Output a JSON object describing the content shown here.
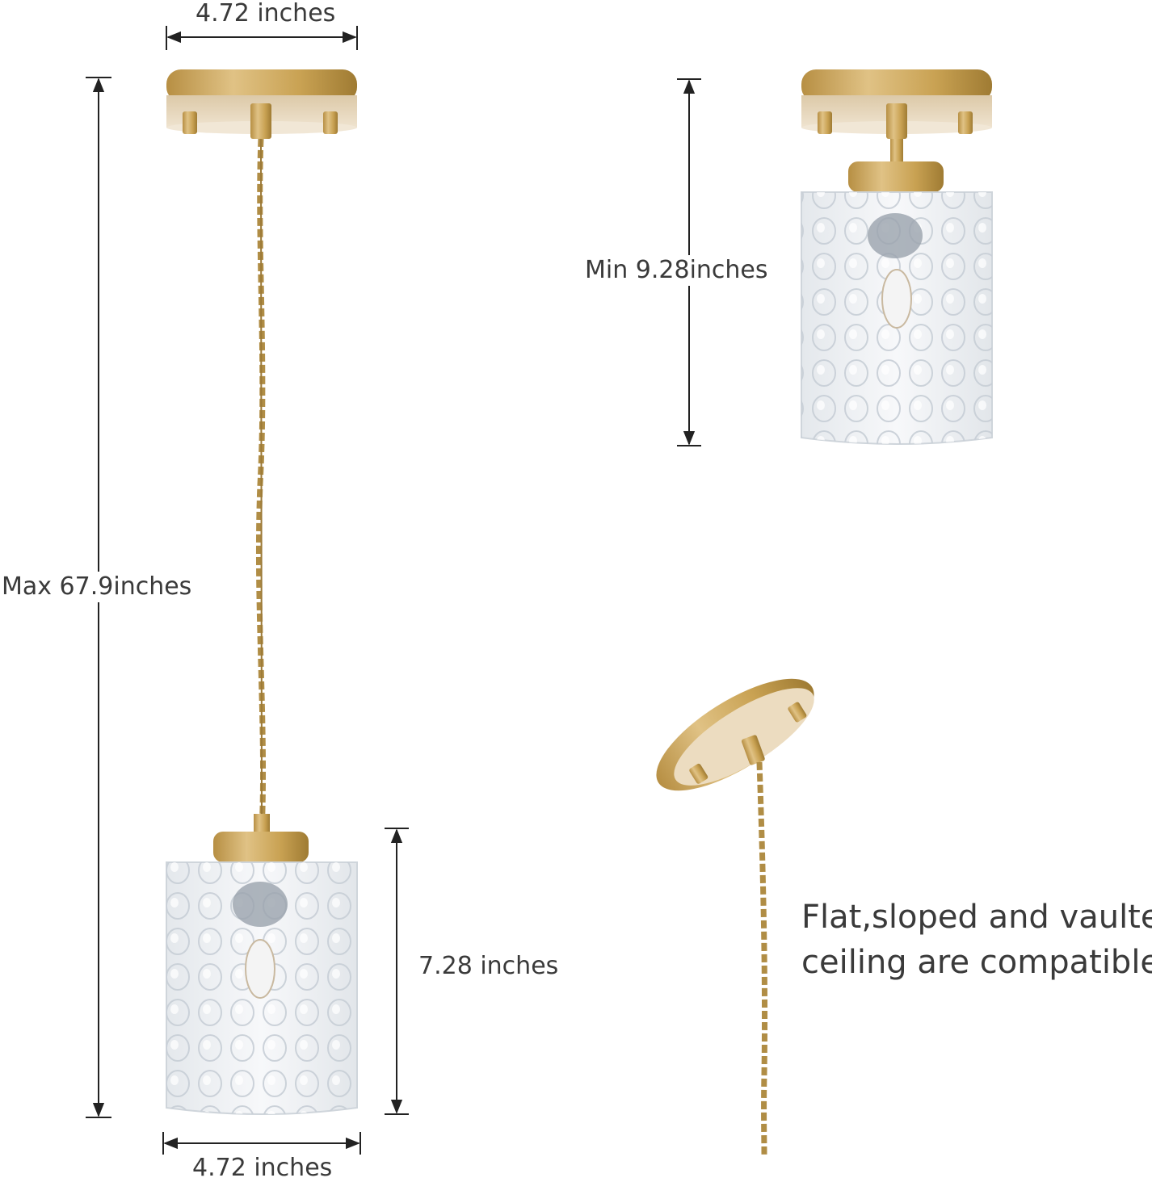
{
  "dimensions": {
    "top_width": "4.72 inches",
    "max_length": "Max 67.9inches",
    "min_length": "Min 9.28inches",
    "shade_height": "7.28 inches",
    "bottom_width": "4.72 inches"
  },
  "note": {
    "line1": "Flat,sloped and vaulted",
    "line2": "ceiling are compatible"
  },
  "colors": {
    "brass": "#c9a253",
    "brass_dark": "#a07d35",
    "cord": "#b08d45",
    "glass": "#eef1f4",
    "dimension_line": "#222222"
  }
}
